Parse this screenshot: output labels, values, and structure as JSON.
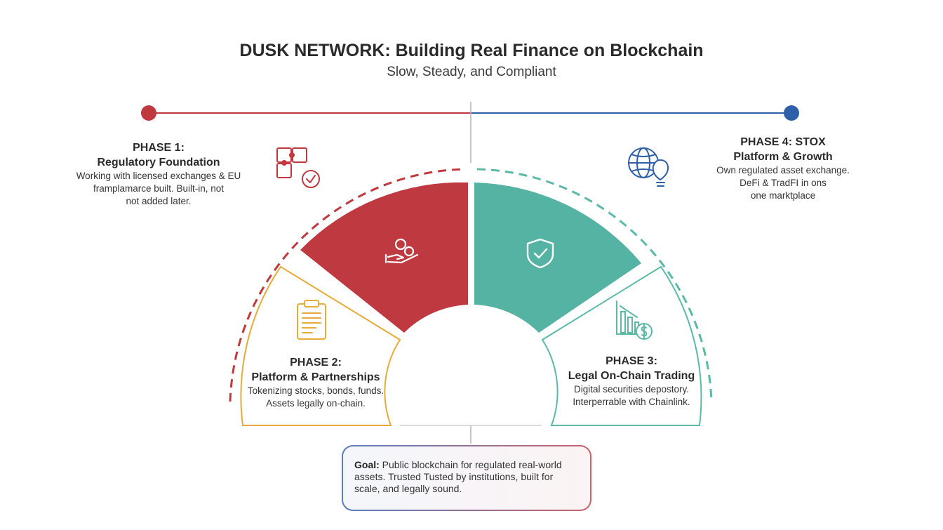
{
  "header": {
    "title": "DUSK NETWORK: Building Real Finance on Blockchain",
    "subtitle": "Slow, Steady, and Compliant"
  },
  "phases": [
    {
      "title_line1": "PHASE 1:",
      "title_line2": "Regulatory Foundation",
      "desc": [
        "Working with licensed exchanges & EU",
        "framplamarce built. Built-in, not",
        "not added later."
      ],
      "color": "#c0393f",
      "icon": "puzzle-check-icon"
    },
    {
      "title_line1": "PHASE 2:",
      "title_line2": "Platform & Partnerships",
      "desc": [
        "Tokenizing stocks, bonds, funds.",
        "Assets legally on-chain."
      ],
      "color": "#e5ac3a",
      "icon": "clipboard-icon"
    },
    {
      "title_line1": "PHASE 3:",
      "title_line2": "Legal On-Chain Trading",
      "desc": [
        "Digital securities depostory.",
        "Interperrable with Chainlink."
      ],
      "color": "#5bb9a8",
      "icon": "chart-dollar-icon"
    },
    {
      "title_line1": "PHASE 4: STOX",
      "title_line2": "Platform & Growth",
      "desc": [
        "Own regulated asset exchange.",
        "DeFi & TradFI in ons",
        "one marktplace"
      ],
      "color": "#2f5fa8",
      "icon": "globe-lightbulb-icon"
    }
  ],
  "center_icons": [
    "hand-coins-icon",
    "shield-check-icon"
  ],
  "goal": {
    "label": "Goal:",
    "text_line1": "Public blockchain for regulated real-world",
    "text_line2": "assets. Trusted Tusted by institutions, built for",
    "text_line3": "scale, and legally sound."
  },
  "colors": {
    "red": "#c0393f",
    "teal": "#5bb9a8",
    "blue": "#2f5fa8",
    "gold": "#e5ac3a"
  }
}
